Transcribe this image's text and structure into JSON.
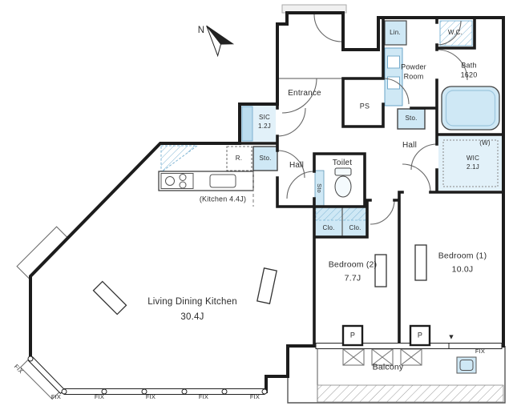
{
  "plan": {
    "compass_north": "N",
    "rooms": {
      "entrance": "Entrance",
      "hall_center": "Hall",
      "hall_right": "Hall",
      "powder_room_l1": "Powder",
      "powder_room_l2": "Room",
      "bath_name": "Bath",
      "bath_size": "1620",
      "wc": "W.C.",
      "toilet": "Toilet",
      "sic_name": "SIC",
      "sic_size": "1.2J",
      "wic_name": "WIC",
      "wic_size": "2.1J",
      "kitchen": "(Kitchen 4.4J)",
      "ldk_name": "Living Dining Kitchen",
      "ldk_size": "30.4J",
      "bedroom1_name": "Bedroom (1)",
      "bedroom1_size": "10.0J",
      "bedroom2_name": "Bedroom (2)",
      "bedroom2_size": "7.7J",
      "balcony": "Balcony"
    },
    "storage": {
      "linen": "Lin.",
      "refrigerator": "R.",
      "sto_hall": "Sto.",
      "sto_powder": "Sto.",
      "sto_toilet": "Sto",
      "closet_a": "Clo.",
      "closet_b": "Clo."
    },
    "annotations": {
      "pipe_space": "PS",
      "washer": "(W)",
      "pillar_a": "P",
      "pillar_b": "P",
      "escape_marker": "▼",
      "fix": [
        "FIX",
        "FIX",
        "FIX",
        "FIX",
        "FIX",
        "FIX",
        "FIX"
      ]
    },
    "colors": {
      "fixture_blue": "#cfe8f5",
      "room_blue": "#e2f1f9",
      "wall": "#1c1c1c"
    }
  }
}
